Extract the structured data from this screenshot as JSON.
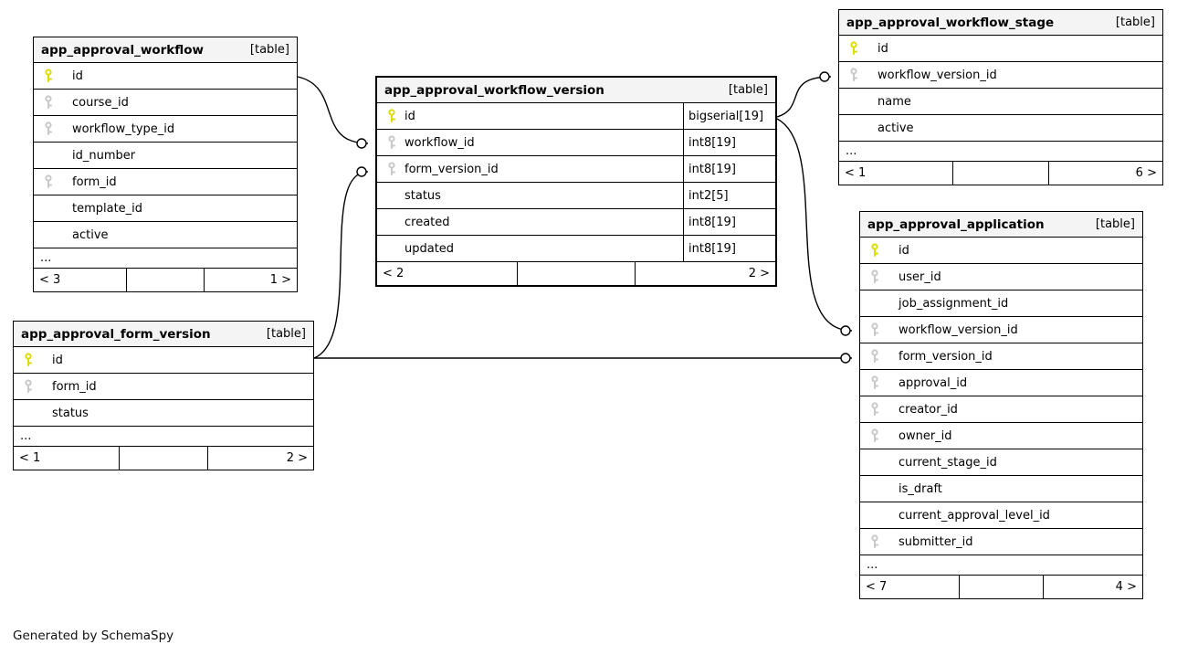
{
  "page": {
    "generated_note": "Generated by SchemaSpy",
    "table_badge": "[table]"
  },
  "colors": {
    "primary_key": "#dcdc00",
    "foreign_key": "#c8c8c8",
    "header_bg": "#f4f4f4",
    "border": "#000000"
  },
  "tables": [
    {
      "id": "app_approval_workflow",
      "name": "app_approval_workflow",
      "badge": "[table]",
      "emphasized": false,
      "columns": [
        {
          "name": "id",
          "key": "pk"
        },
        {
          "name": "course_id",
          "key": "fk"
        },
        {
          "name": "workflow_type_id",
          "key": "fk"
        },
        {
          "name": "id_number",
          "key": "none"
        },
        {
          "name": "form_id",
          "key": "fk"
        },
        {
          "name": "template_id",
          "key": "none"
        },
        {
          "name": "active",
          "key": "none"
        }
      ],
      "ellipsis": "...",
      "footer_left": "< 3",
      "footer_right": "1 >"
    },
    {
      "id": "app_approval_workflow_version",
      "name": "app_approval_workflow_version",
      "badge": "[table]",
      "emphasized": true,
      "columns": [
        {
          "name": "id",
          "key": "pk",
          "type": "bigserial[19]"
        },
        {
          "name": "workflow_id",
          "key": "fk",
          "type": "int8[19]"
        },
        {
          "name": "form_version_id",
          "key": "fk",
          "type": "int8[19]"
        },
        {
          "name": "status",
          "key": "none",
          "type": "int2[5]"
        },
        {
          "name": "created",
          "key": "none",
          "type": "int8[19]"
        },
        {
          "name": "updated",
          "key": "none",
          "type": "int8[19]"
        }
      ],
      "ellipsis": null,
      "footer_left": "< 2",
      "footer_right": "2 >"
    },
    {
      "id": "app_approval_workflow_stage",
      "name": "app_approval_workflow_stage",
      "badge": "[table]",
      "emphasized": false,
      "columns": [
        {
          "name": "id",
          "key": "pk"
        },
        {
          "name": "workflow_version_id",
          "key": "fk"
        },
        {
          "name": "name",
          "key": "none"
        },
        {
          "name": "active",
          "key": "none"
        }
      ],
      "ellipsis": "...",
      "footer_left": "< 1",
      "footer_right": "6 >"
    },
    {
      "id": "app_approval_application",
      "name": "app_approval_application",
      "badge": "[table]",
      "emphasized": false,
      "columns": [
        {
          "name": "id",
          "key": "pk"
        },
        {
          "name": "user_id",
          "key": "fk"
        },
        {
          "name": "job_assignment_id",
          "key": "none"
        },
        {
          "name": "workflow_version_id",
          "key": "fk"
        },
        {
          "name": "form_version_id",
          "key": "fk"
        },
        {
          "name": "approval_id",
          "key": "fk"
        },
        {
          "name": "creator_id",
          "key": "fk"
        },
        {
          "name": "owner_id",
          "key": "fk"
        },
        {
          "name": "current_stage_id",
          "key": "none"
        },
        {
          "name": "is_draft",
          "key": "none"
        },
        {
          "name": "current_approval_level_id",
          "key": "none"
        },
        {
          "name": "submitter_id",
          "key": "fk"
        }
      ],
      "ellipsis": "...",
      "footer_left": "< 7",
      "footer_right": "4 >"
    },
    {
      "id": "app_approval_form_version",
      "name": "app_approval_form_version",
      "badge": "[table]",
      "emphasized": false,
      "columns": [
        {
          "name": "id",
          "key": "pk"
        },
        {
          "name": "form_id",
          "key": "fk"
        },
        {
          "name": "status",
          "key": "none"
        }
      ],
      "ellipsis": "...",
      "footer_left": "< 1",
      "footer_right": "2 >"
    }
  ],
  "relationships": [
    {
      "from": "app_approval_workflow.id",
      "to": "app_approval_workflow_version.workflow_id"
    },
    {
      "from": "app_approval_form_version.id",
      "to": "app_approval_workflow_version.form_version_id"
    },
    {
      "from": "app_approval_workflow_version.id",
      "to": "app_approval_workflow_stage.workflow_version_id"
    },
    {
      "from": "app_approval_workflow_version.id",
      "to": "app_approval_application.workflow_version_id"
    },
    {
      "from": "app_approval_form_version.id",
      "to": "app_approval_application.form_version_id"
    }
  ]
}
